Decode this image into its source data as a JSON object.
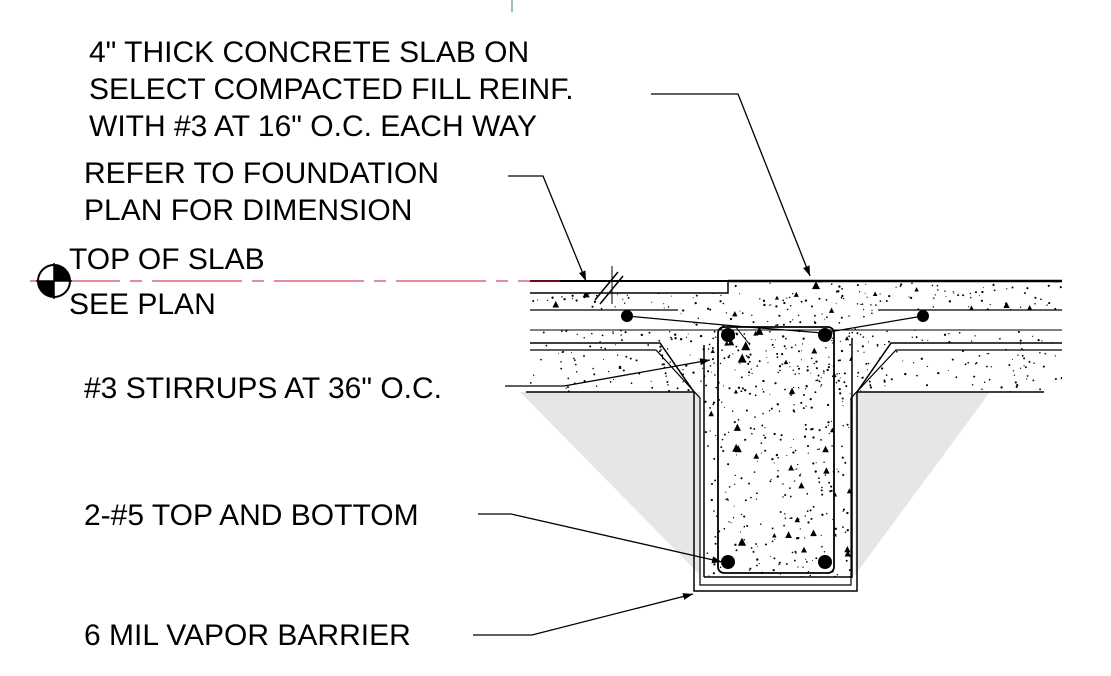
{
  "labels": {
    "slab_note": [
      "4\" THICK CONCRETE SLAB ON",
      "SELECT COMPACTED FILL REINF.",
      "WITH #3 AT 16\" O.C. EACH WAY"
    ],
    "foundation_note": [
      "REFER TO FOUNDATION",
      "PLAN FOR DIMENSION"
    ],
    "elevation_marker": {
      "top": "TOP OF SLAB",
      "bottom": "SEE PLAN"
    },
    "stirrups_note": "#3 STIRRUPS AT 36\" O.C.",
    "rebar_note": "2-#5 TOP AND BOTTOM",
    "vapor_note": "6 MIL VAPOR BARRIER"
  },
  "colors": {
    "line": "#000000",
    "elevation_line": "#c8182f",
    "soil_shade": "#e6e6e6",
    "reference_tick": "#2e8b57"
  }
}
